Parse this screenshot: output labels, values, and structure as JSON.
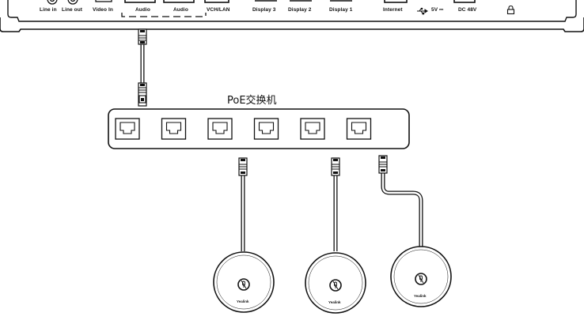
{
  "device_ports": {
    "line_in": "Line in",
    "line_out": "Line out",
    "video_in": "Video In",
    "audio_1": "Audio",
    "audio_2": "Audio",
    "vch_lan": "VCH/LAN",
    "display_3": "Display 3",
    "display_2": "Display 2",
    "display_1": "Display 1",
    "internet": "Internet",
    "usb_power": "5V ⎓",
    "dc_power": "DC 48V"
  },
  "switch": {
    "label": "PoE交换机",
    "port_count": 6
  },
  "microphones": [
    {
      "brand": "Yealink"
    },
    {
      "brand": "Yealink"
    },
    {
      "brand": "Yealink"
    }
  ],
  "icons": {
    "usb": "usb-icon",
    "lock": "lock-icon",
    "mute": "mic-mute-icon",
    "ethernet": "ethernet-port-icon"
  }
}
